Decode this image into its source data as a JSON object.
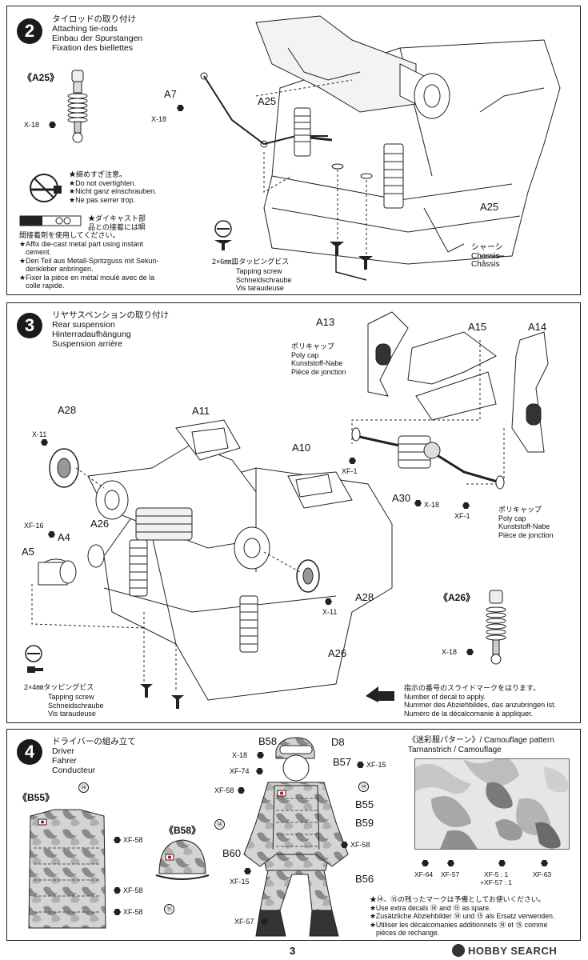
{
  "step2": {
    "number": "2",
    "title": [
      "タイロッドの取り付け",
      "Attaching tie-rods",
      "Einbau der Spurstangen",
      "Fixation des biellettes"
    ],
    "a25_callout": "《A25》",
    "x18_left": "X-18",
    "overtighten_warning": [
      "★締めすぎ注意。",
      "★Do not overtighten.",
      "★Nicht ganz einschrauben.",
      "★Ne pas serrer trop."
    ],
    "diecast_note": [
      "★ダイキャスト部",
      "品との接着には瞬",
      "間接着剤を使用してください。",
      "★Affix die-cast metal part using instant",
      "cement.",
      "★Den Teil aus Metall-Spritzguss mit Sekun-",
      "denkleber anbringen.",
      "★Fixer la pièce en métal moulé avec de la",
      "colle rapide."
    ],
    "screw_size": "2×6㎜皿タッピングビス",
    "screw_names": [
      "Tapping screw",
      "Schneidschraube",
      "Vis taraudeuse"
    ],
    "labels": {
      "a7": "A7",
      "x18": "X-18",
      "a25_top": "A25",
      "a25_right": "A25"
    },
    "chassis": [
      "シャーシ",
      "Chassis",
      "Châssis"
    ]
  },
  "step3": {
    "number": "3",
    "title": [
      "リヤサスペンションの取り付け",
      "Rear suspension",
      "Hinterradaufhängung",
      "Suspension arrière"
    ],
    "labels": {
      "a13": "A13",
      "a15": "A15",
      "a14": "A14",
      "a28_top": "A28",
      "x11_top": "X-11",
      "a11": "A11",
      "a10": "A10",
      "xf1_left": "XF-1",
      "a30": "A30",
      "x18_a30": "X-18",
      "xf1_right": "XF-1",
      "xf16": "XF-16",
      "a4": "A4",
      "a5": "A5",
      "a26_left": "A26",
      "a28_bottom": "A28",
      "x11_bottom": "X-11",
      "a26_bottom": "A26",
      "x18_a26": "X-18"
    },
    "polycap_top": [
      "ポリキャップ",
      "Poly cap",
      "Kunststoff-Nabe",
      "Pièce de jonction"
    ],
    "polycap_right": [
      "ポリキャップ",
      "Poly cap",
      "Kunststoff-Nabe",
      "Pièce de jonction"
    ],
    "a26_callout": "《A26》",
    "screw_size": "2×4㎜タッピングビス",
    "screw_names": [
      "Tapping screw",
      "Schneidschraube",
      "Vis taraudeuse"
    ],
    "decal_note": [
      "指示の番号のスライドマークをはります。",
      "Number of decal to apply.",
      "Nummer des Abziehbildes, das anzubringen ist.",
      "Numéro de la décalcomanie à appliquer."
    ]
  },
  "step4": {
    "number": "4",
    "title": [
      "ドライバーの組み立て",
      "Driver",
      "Fahrer",
      "Conducteur"
    ],
    "b55_callout": "《B55》",
    "b58_callout": "《B58》",
    "decal14": "⑭",
    "decal15": "⑮",
    "labels": {
      "b58": "B58",
      "d8": "D8",
      "x18": "X-18",
      "xf74": "XF-74",
      "b57": "B57",
      "xf15_top": "XF-15",
      "xf58_left": "XF-58",
      "b55": "B55",
      "b59": "B59",
      "xf58_right": "XF-58",
      "b60": "B60",
      "xf15_bottom": "XF-15",
      "b56": "B56",
      "xf57": "XF-57",
      "xf58_a": "XF-58",
      "xf58_b": "XF-58",
      "xf58_c": "XF-58"
    },
    "camo_title": [
      "《迷彩服パターン》/ Camouflage pattern",
      "Tarnanstrich / Camouflage"
    ],
    "camo_colors": [
      "XF-64",
      "XF-57",
      "XF-5 : 1",
      "+XF-57 : 1",
      "XF-63"
    ],
    "spare_note": [
      "★⑭、⑮の残ったマークは予備としてお使いください。",
      "★Use extra decals ⑭ and ⑮ as spare.",
      "★Zusätzliche Abziehbilder ⑭ und ⑮ als Ersatz verwenden.",
      "★Utiliser les décalcomanies additionnels ⑭ et ⑮ comme",
      "pièces de rechange."
    ]
  },
  "footer": {
    "page_number": "3",
    "watermark": "HOBBY SEARCH"
  }
}
